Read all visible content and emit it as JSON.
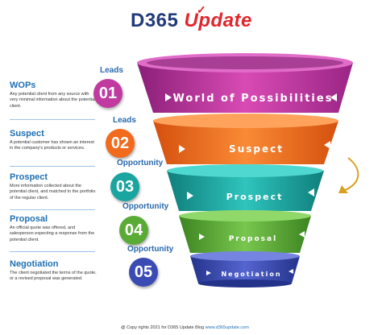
{
  "header": {
    "logo_main": "D365",
    "logo_accent": "Update"
  },
  "stages": [
    {
      "num": "01",
      "tag": "Leads",
      "title": "WOPs",
      "desc": "Any potential client from any source with very minimal information about the potential client.",
      "band": "World of Possibilities",
      "color": "#c03aa0"
    },
    {
      "num": "02",
      "tag": "Leads",
      "title": "Suspect",
      "desc": "A potential customer has shown an interest in the company's products or services.",
      "band": "Suspect",
      "color": "#f26a1b"
    },
    {
      "num": "03",
      "tag": "Opportunity",
      "title": "Prospect",
      "desc": "More information collected about the potential client, and matched to the portfolio of the regular client.",
      "band": "Prospect",
      "color": "#1aa5a0"
    },
    {
      "num": "04",
      "tag": "Opportunity",
      "title": "Proposal",
      "desc": "An official quote was offered, and salesperson expecting a response from the potential client.",
      "band": "Proposal",
      "color": "#5aab35"
    },
    {
      "num": "05",
      "tag": "Opportunity",
      "title": "Negotiation",
      "desc": "The client negotiated the terms of the quote, or a revised proposal was generated.",
      "band": "Negotiation",
      "color": "#3a4cb3"
    }
  ],
  "footer": {
    "text": "@ Copy rights 2021 for D365 Update Blog",
    "link": "www.d365update.com"
  }
}
